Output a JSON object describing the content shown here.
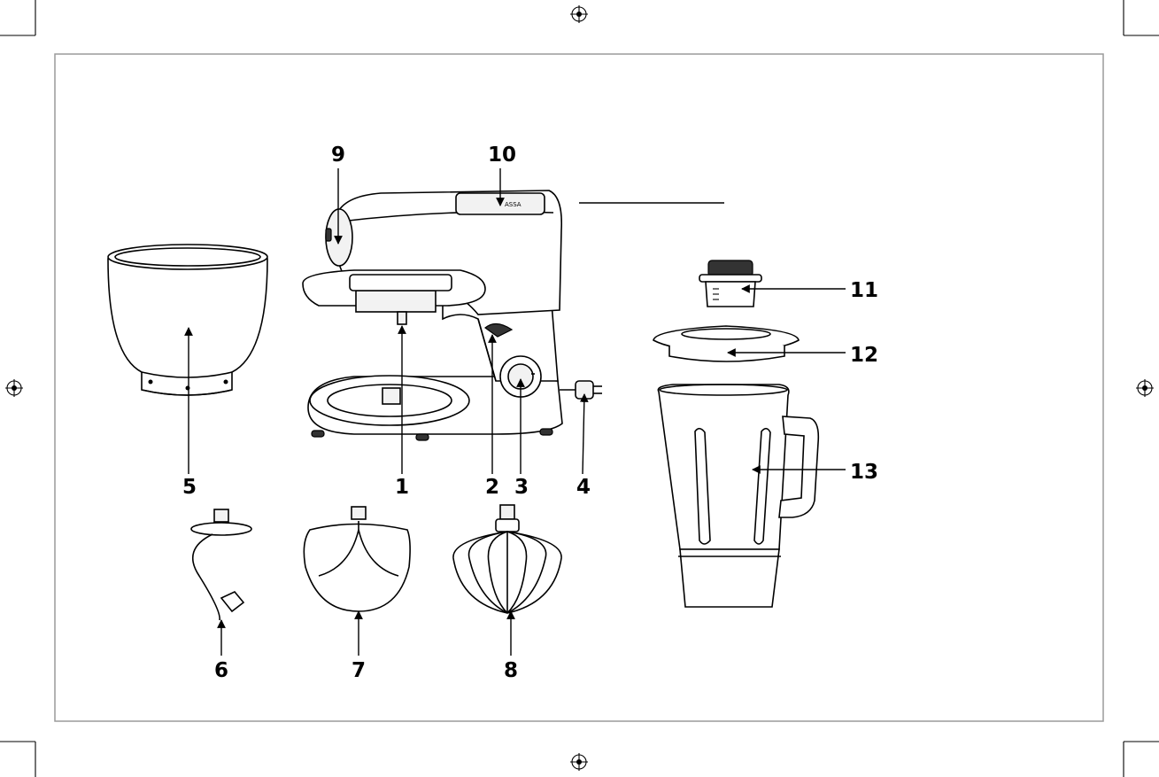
{
  "diagram": {
    "parts": [
      {
        "id": "p1",
        "label": "1"
      },
      {
        "id": "p2",
        "label": "2"
      },
      {
        "id": "p3",
        "label": "3"
      },
      {
        "id": "p4",
        "label": "4"
      },
      {
        "id": "p5",
        "label": "5"
      },
      {
        "id": "p6",
        "label": "6"
      },
      {
        "id": "p7",
        "label": "7"
      },
      {
        "id": "p8",
        "label": "8"
      },
      {
        "id": "p9",
        "label": "9"
      },
      {
        "id": "p10",
        "label": "10"
      },
      {
        "id": "p11",
        "label": "11"
      },
      {
        "id": "p12",
        "label": "12"
      },
      {
        "id": "p13",
        "label": "13"
      }
    ],
    "colors": {
      "ink": "#000000",
      "frame": "#9a9a9a",
      "paper": "#ffffff"
    }
  }
}
